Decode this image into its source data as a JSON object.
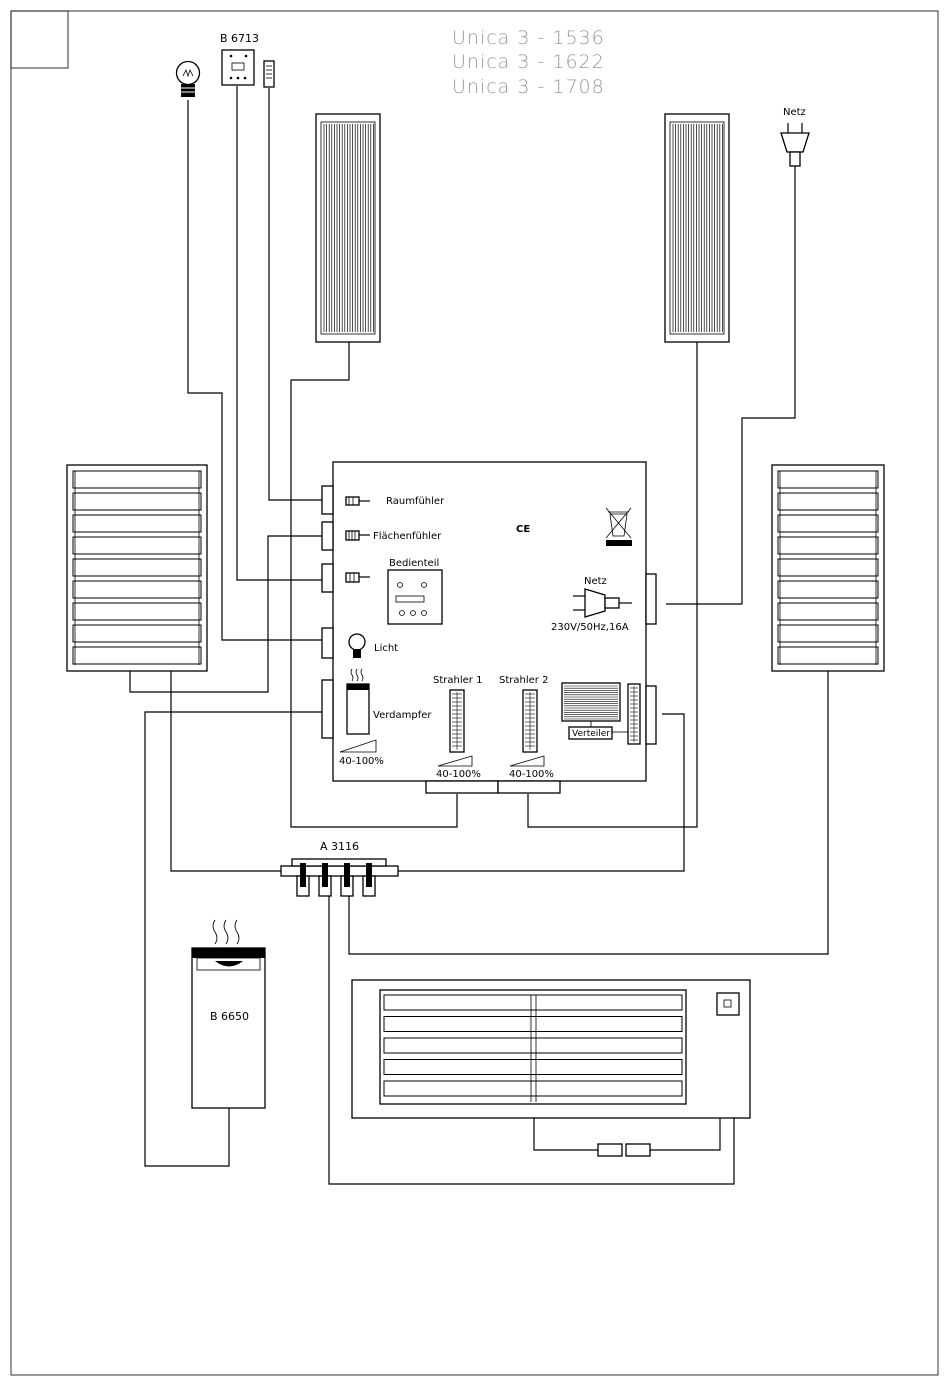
{
  "title_lines": [
    "Unica 3 - 1536",
    "Unica 3 - 1622",
    "Unica 3 - 1708"
  ],
  "labels": {
    "b6713": "B 6713",
    "netz_top": "Netz",
    "raumfuehler": "Raumfühler",
    "flaechenfuehler": "Flächenfühler",
    "bedienteil": "Bedienteil",
    "ce": "CE",
    "netz_inner": "Netz",
    "netz_spec": "230V/50Hz,16A",
    "licht": "Licht",
    "verdampfer": "Verdampfer",
    "verdampfer_range": "40-100%",
    "strahler1": "Strahler  1",
    "strahler1_range": "40-100%",
    "strahler2": "Strahler  2",
    "strahler2_range": "40-100%",
    "verteiler": "Verteiler",
    "a3116": "A 3116",
    "b6650": "B 6650"
  }
}
